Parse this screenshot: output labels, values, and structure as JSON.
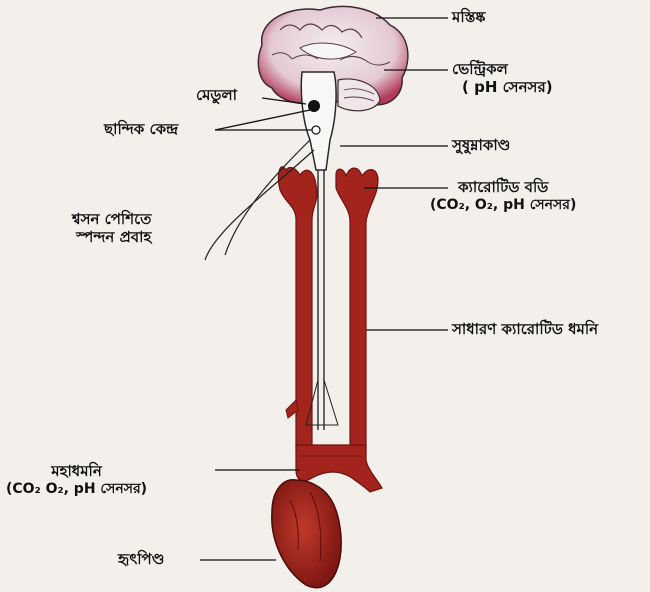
{
  "labels": {
    "brain": "মস্তিষ্ক",
    "ventricle_line1": "ভেন্ট্রিকল",
    "ventricle_line2": "( pH সেনসর)",
    "medulla": "মেডুলা",
    "respiratory_center": "ছান্দিক কেন্দ্র",
    "spinal_cord": "সুষুম্নাকাণ্ড",
    "nerve_line1": "শ্বসন পেশিতে",
    "nerve_line2": "স্পন্দন প্রবাহ",
    "carotid_body_line1": "ক্যারোটিড বডি",
    "carotid_body_line2": "(CO₂, O₂, pH সেনসর)",
    "common_carotid": "সাধারণ ক্যারোটিড ধমনি",
    "aorta_line1": "মহাধমনি",
    "aorta_line2": "(CO₂ O₂, pH সেনসর)",
    "heart": "হৃৎপিণ্ড"
  },
  "colors": {
    "artery": "#a3241c",
    "artery_dark": "#6e130e",
    "brain_fill": "#e9dfe4",
    "brain_accent": "#b23a5a",
    "line": "#1a1a1a",
    "background": "#f3f0ec"
  }
}
